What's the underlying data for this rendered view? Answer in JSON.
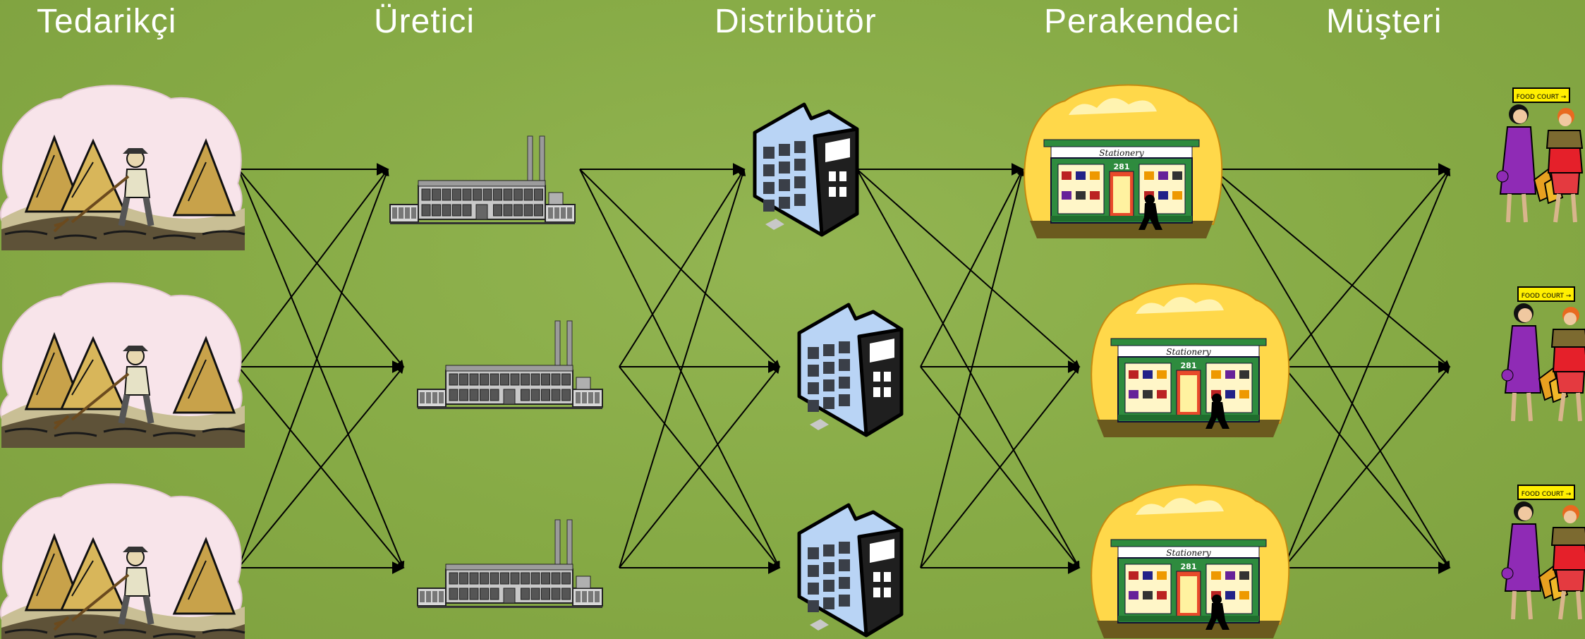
{
  "stages": [
    {
      "id": "supplier",
      "label": "Tedarikçi"
    },
    {
      "id": "producer",
      "label": "Üretici"
    },
    {
      "id": "distributor",
      "label": "Distribütör"
    },
    {
      "id": "retailer",
      "label": "Perakendeci"
    },
    {
      "id": "customer",
      "label": "Müşteri"
    }
  ],
  "retailer_sign": "Stationery",
  "retailer_number": "281",
  "customer_sign": "FOOD COURT →",
  "colors": {
    "background": "#86aa45",
    "text": "#ffffff",
    "arrow": "#000000",
    "building_glass": "#b9d4f5",
    "building_dark": "#1f1f1f",
    "factory": "#8c8c8c",
    "store_green": "#2e8b3e",
    "store_glow": "#ffd84a",
    "customer_dress": "#8f2bb5",
    "customer_red": "#e5202a",
    "farm_hay": "#c8a24a",
    "farm_cloud": "#f8e4ea"
  }
}
